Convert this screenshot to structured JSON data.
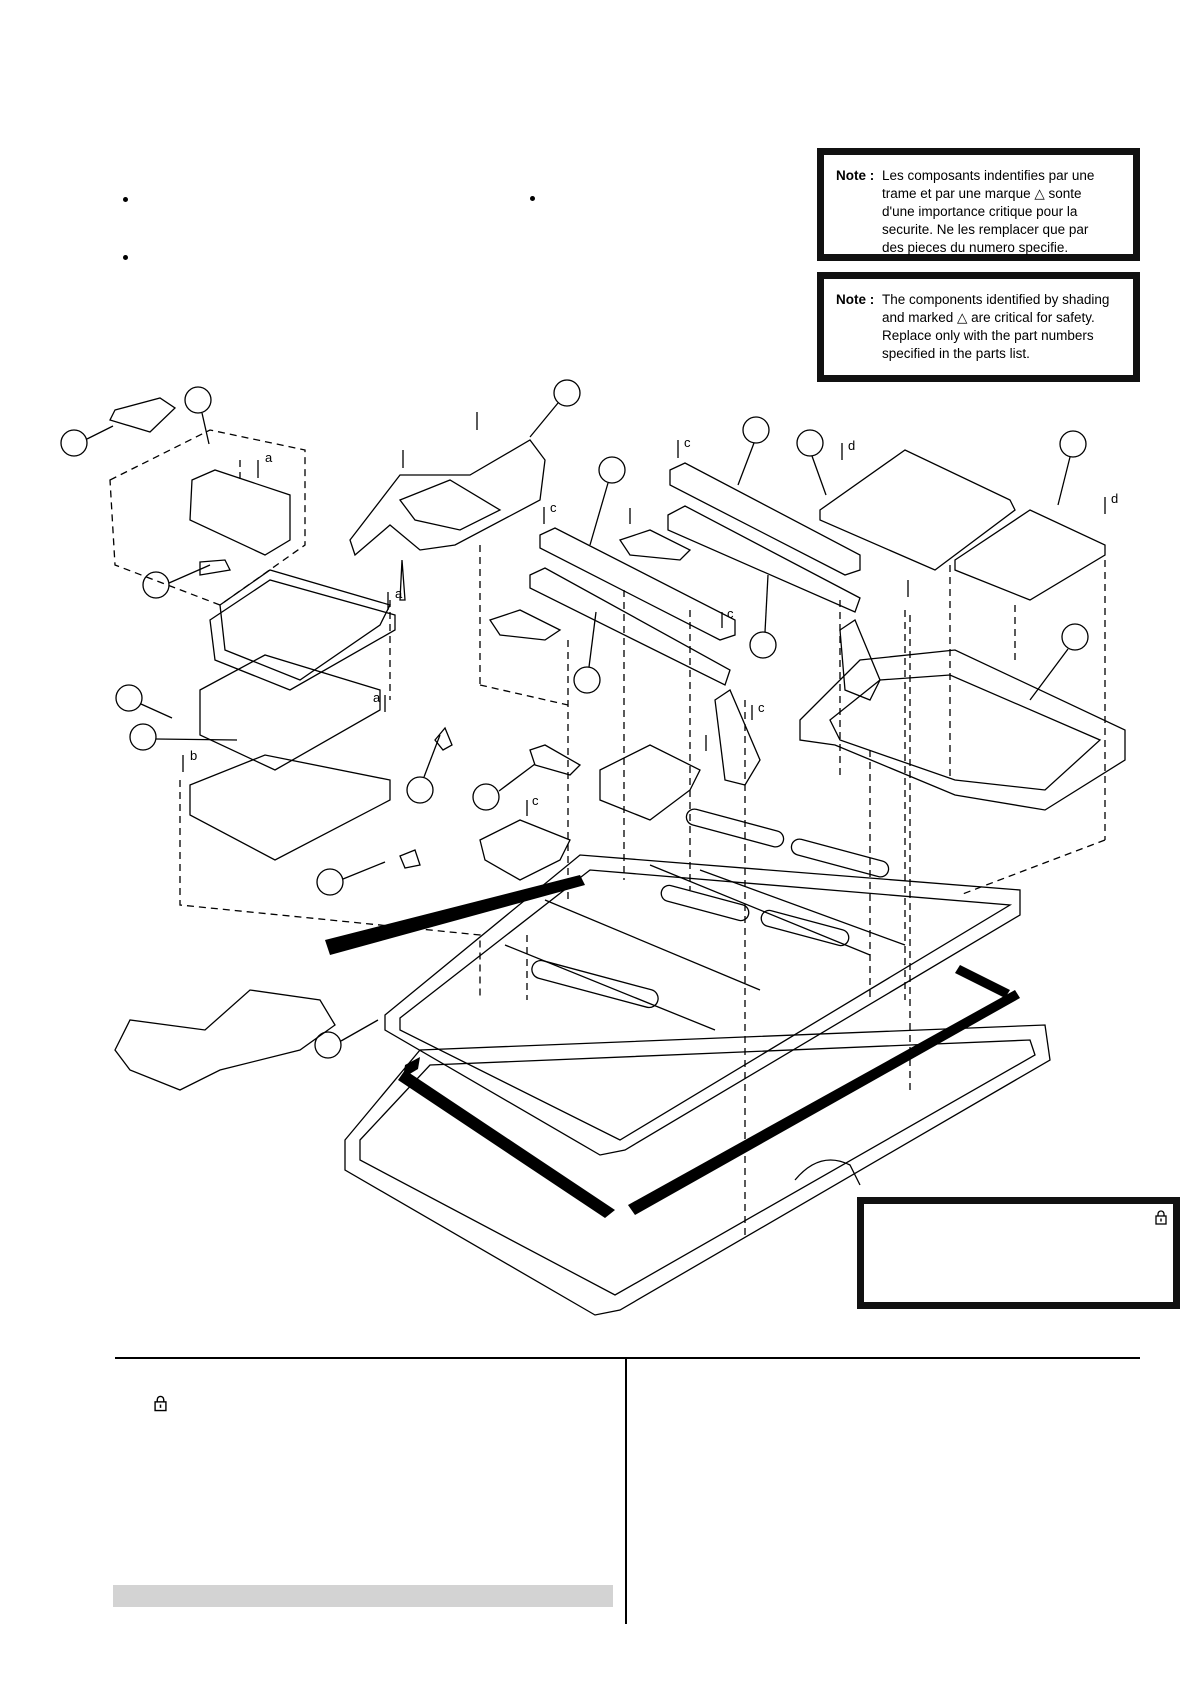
{
  "notes": {
    "french": {
      "label": "Note :",
      "lines": [
        "Les composants indentifies par une",
        "trame et par une marque △ sonte",
        "d'une importance critique pour la",
        "securite. Ne les remplacer que par",
        "des pieces du numero specifie."
      ]
    },
    "english": {
      "label": "Note :",
      "lines": [
        "The components identified by shading",
        "and marked △ are critical for safety.",
        "Replace only with the part numbers",
        "specified in the parts list."
      ]
    }
  },
  "screw_letters": [
    "a",
    "a",
    "a",
    "b",
    "c",
    "c",
    "c",
    "c",
    "c",
    "d",
    "d"
  ],
  "icons": {
    "lock": "lock-icon",
    "bullet": "bullet-icon"
  },
  "colors": {
    "ink": "#000000",
    "grey_bar": "#d3d3d3"
  }
}
